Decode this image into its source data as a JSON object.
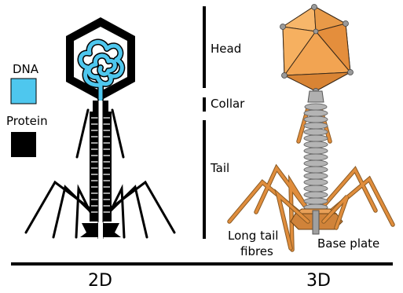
{
  "legend": {
    "dna_label": "DNA",
    "dna_color": "#4ec7ee",
    "protein_label": "Protein",
    "protein_color": "#000000"
  },
  "regions": {
    "head": "Head",
    "collar": "Collar",
    "tail": "Tail"
  },
  "parts_3d": {
    "fibres_line1": "Long tail",
    "fibres_line2": "fibres",
    "base_plate": "Base plate"
  },
  "footer": {
    "left_caption": "2D",
    "right_caption": "3D"
  },
  "colors": {
    "capsid_orange": "#f0a050",
    "fibre_orange": "#e08d3c",
    "sheath_grey": "#a8a8a8"
  }
}
